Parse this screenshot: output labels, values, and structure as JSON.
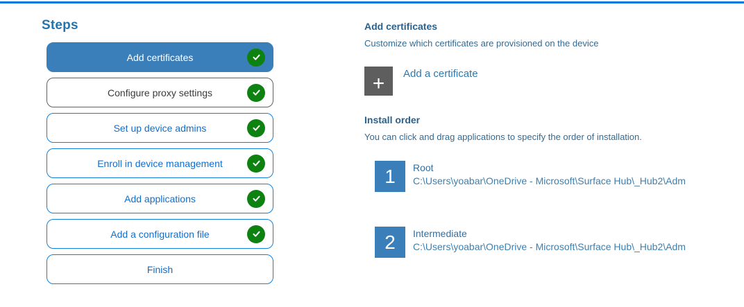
{
  "page": {
    "top_accent_color": "#0078d7"
  },
  "sidebar": {
    "title": "Steps",
    "items": [
      {
        "label": "Add certificates",
        "state": "active",
        "checked": true
      },
      {
        "label": "Configure proxy settings",
        "state": "neutral",
        "checked": true
      },
      {
        "label": "Set up device admins",
        "state": "default",
        "checked": true
      },
      {
        "label": "Enroll in device management",
        "state": "default",
        "checked": true
      },
      {
        "label": "Add applications",
        "state": "default",
        "checked": true
      },
      {
        "label": "Add a configuration file",
        "state": "default",
        "checked": true
      },
      {
        "label": "Finish",
        "state": "default",
        "checked": false
      }
    ]
  },
  "main": {
    "section_title": "Add certificates",
    "section_subtitle": "Customize which certificates are provisioned on the device",
    "add_button": {
      "icon": "plus-icon",
      "label": "Add a certificate"
    },
    "install_order": {
      "title": "Install order",
      "subtitle": "You can click and drag applications to specify the order of installation.",
      "items": [
        {
          "number": "1",
          "name": "Root",
          "path": "C:\\Users\\yoabar\\OneDrive - Microsoft\\Surface Hub\\_Hub2\\Adm"
        },
        {
          "number": "2",
          "name": "Intermediate",
          "path": "C:\\Users\\yoabar\\OneDrive - Microsoft\\Surface Hub\\_Hub2\\Adm"
        }
      ]
    }
  },
  "colors": {
    "accent_blue": "#0078d7",
    "active_step_fill": "#3b7fba",
    "step_border_blue": "#1180da",
    "step_text_blue": "#0d6fd0",
    "neutral_border": "#606060",
    "neutral_text": "#3a3a3a",
    "check_green": "#0e8210",
    "heading_blue": "#2b618c",
    "body_blue": "#346a92",
    "tile_gray": "#5e5e5e"
  }
}
